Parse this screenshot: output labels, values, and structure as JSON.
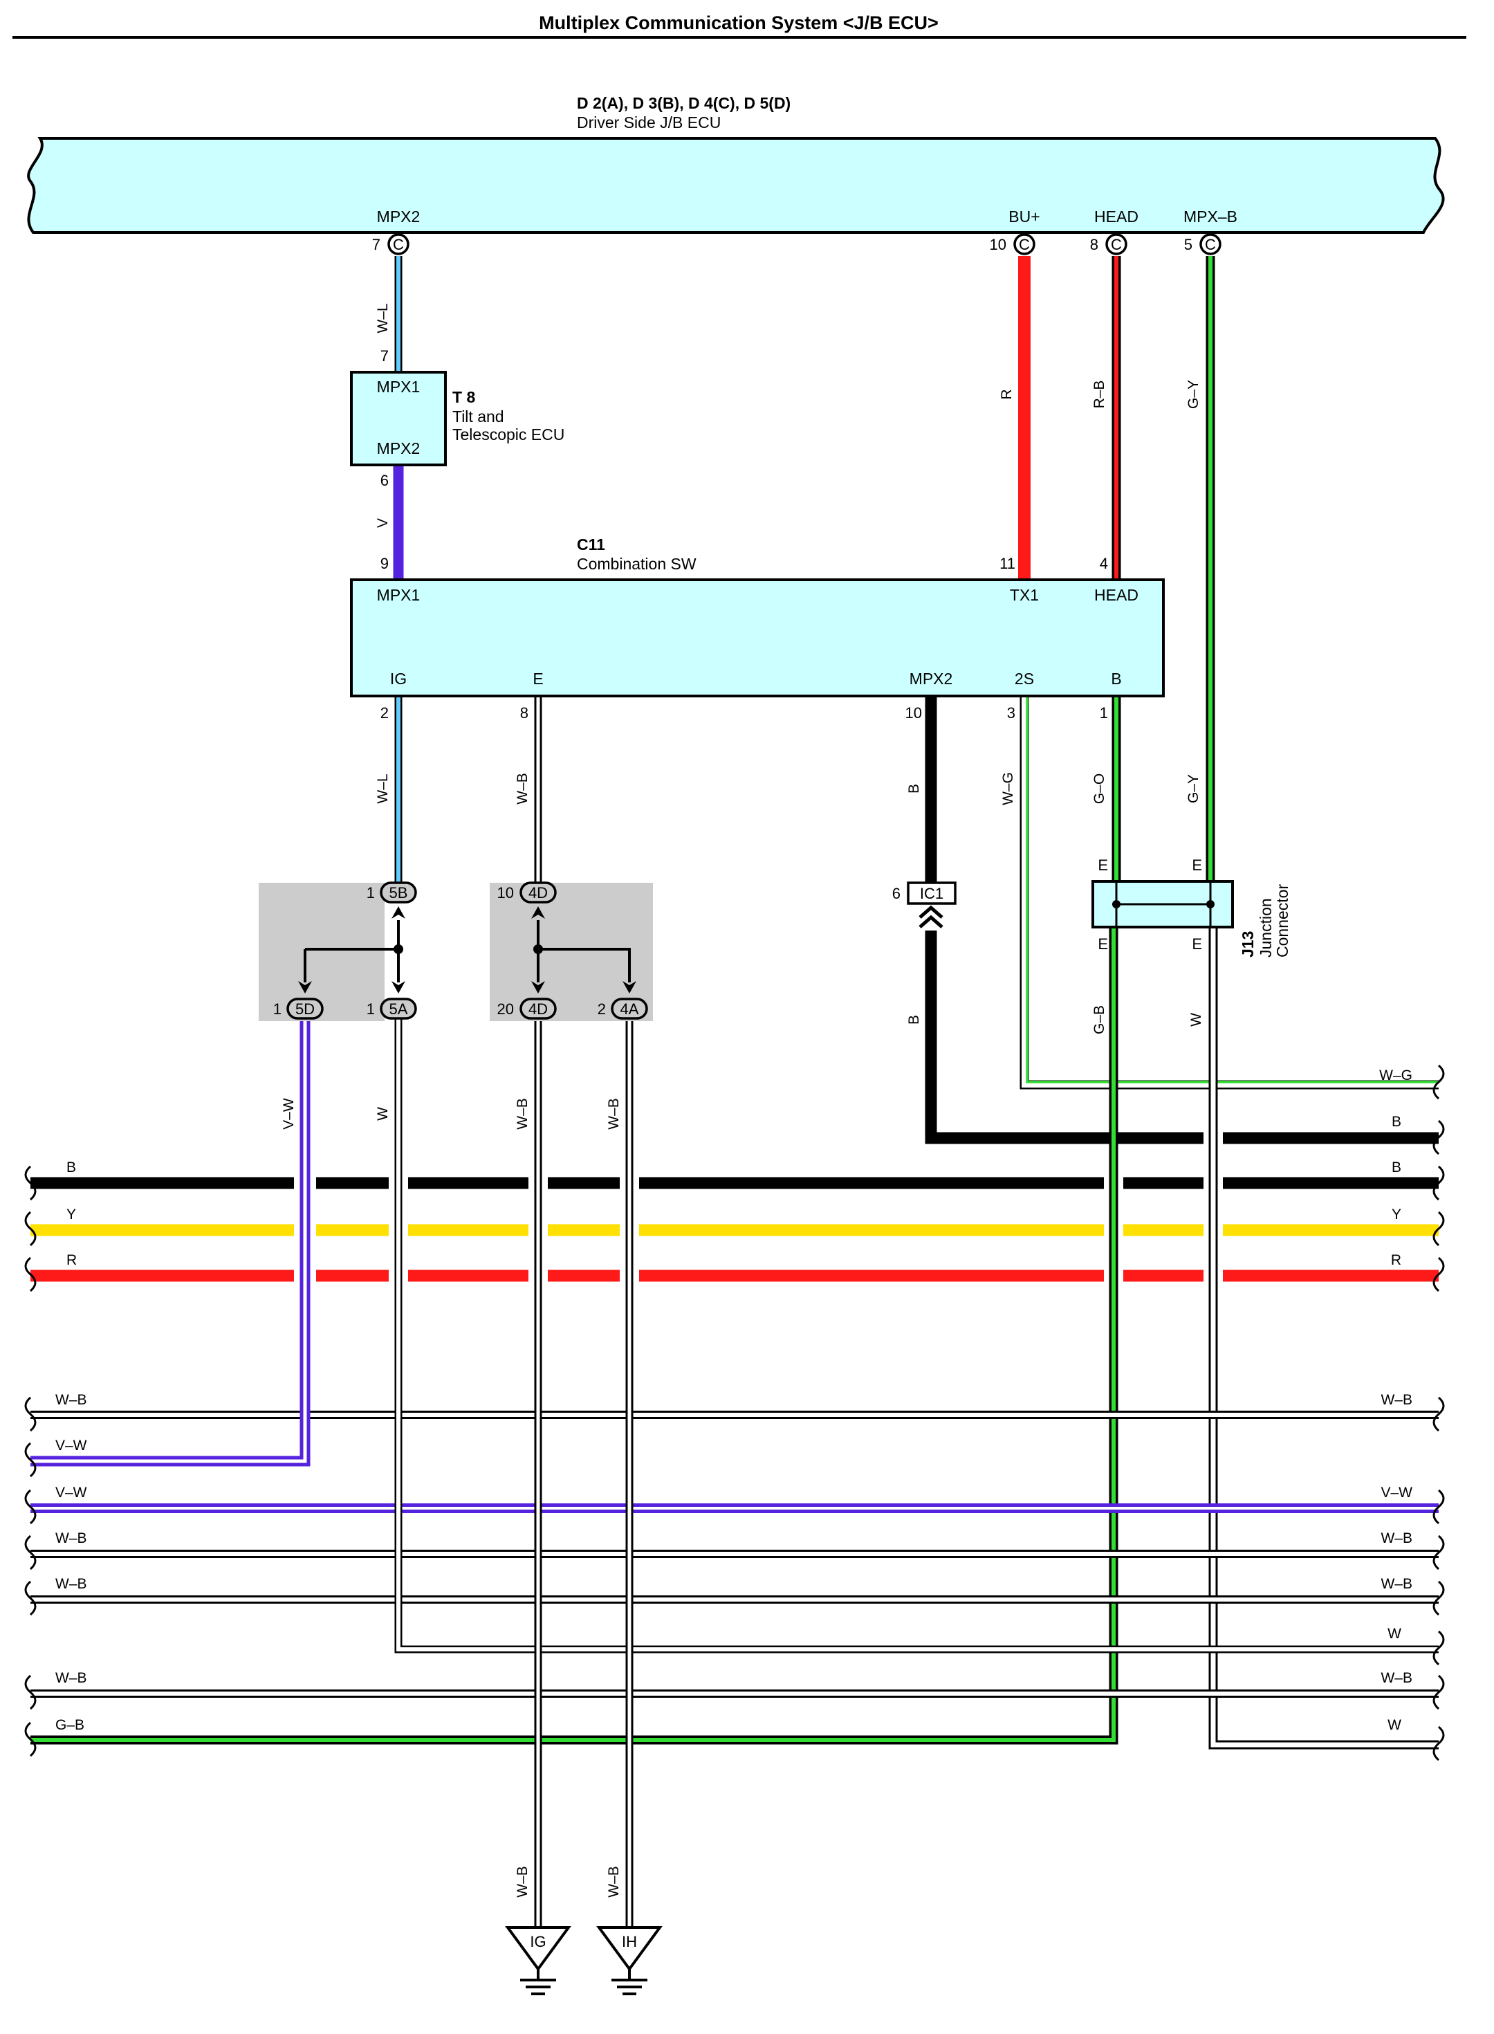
{
  "title": "Multiplex Communication System <J/B ECU>",
  "jb_ecu": {
    "connectors": "D 2(A), D 3(B), D 4(C), D 5(D)",
    "name": "Driver Side J/B ECU",
    "terminals": [
      {
        "label": "MPX2",
        "pin": "7",
        "conn": "C"
      },
      {
        "label": "BU+",
        "pin": "10",
        "conn": "C"
      },
      {
        "label": "HEAD",
        "pin": "8",
        "conn": "C"
      },
      {
        "label": "MPX–B",
        "pin": "5",
        "conn": "C"
      }
    ]
  },
  "t8": {
    "id": "T 8",
    "name_line1": "Tilt and",
    "name_line2": "Telescopic ECU",
    "pin_top_label": "MPX1",
    "pin_bottom_label": "MPX2",
    "pin_top": "7",
    "pin_bottom": "6"
  },
  "c11": {
    "id": "C11",
    "name": "Combination SW",
    "top_pins": [
      {
        "label": "MPX1",
        "pin": "9"
      },
      {
        "label": "TX1",
        "pin": "11"
      },
      {
        "label": "HEAD",
        "pin": "4"
      }
    ],
    "bottom_pins": [
      {
        "label": "IG",
        "pin": "2"
      },
      {
        "label": "E",
        "pin": "8"
      },
      {
        "label": "MPX2",
        "pin": "10"
      },
      {
        "label": "2S",
        "pin": "3"
      },
      {
        "label": "B",
        "pin": "1"
      }
    ]
  },
  "wires": {
    "wl_top": "W–L",
    "v": "V",
    "r": "R",
    "rb": "R–B",
    "gy_top": "G–Y",
    "wl_mid": "W–L",
    "wb_mid": "W–B",
    "b_mid": "B",
    "wg_mid": "W–G",
    "go": "G–O",
    "gy_mid": "G–Y",
    "b_lower": "B",
    "gb_lower": "G–B",
    "w_lower": "W",
    "vw_vert": "V–W",
    "w_vert": "W",
    "wb_vert1": "W–B",
    "wb_vert2": "W–B",
    "wb_ground1": "W–B",
    "wb_ground2": "W–B"
  },
  "junction_blocks": [
    {
      "top": {
        "pin": "1",
        "code": "5B"
      },
      "left": {
        "pin": "1",
        "code": "5D"
      },
      "right": {
        "pin": "1",
        "code": "5A"
      }
    },
    {
      "top": {
        "pin": "10",
        "code": "4D"
      },
      "left": {
        "pin": "20",
        "code": "4D"
      },
      "right": {
        "pin": "2",
        "code": "4A"
      }
    }
  ],
  "ic1": {
    "pin": "6",
    "code": "IC1"
  },
  "j13": {
    "id": "J13",
    "name_line1": "Junction",
    "name_line2": "Connector",
    "pin_labels": [
      "E",
      "E",
      "E",
      "E"
    ]
  },
  "right_labels": [
    "W–G",
    "B",
    "B",
    "Y",
    "R",
    "W–B",
    "V–W",
    "W–B",
    "W–B",
    "W",
    "W–B",
    "W"
  ],
  "left_labels": [
    "B",
    "Y",
    "R",
    "W–B",
    "V–W",
    "V–W",
    "W–B",
    "W–B",
    "W–B",
    "G–B"
  ],
  "grounds": [
    "IG",
    "IH"
  ],
  "colors": {
    "ecu_fill": "#ccffff",
    "red": "#ff1a1a",
    "black": "#000000",
    "yellow": "#ffe000",
    "violet": "#5522dd",
    "green": "#33dd33",
    "light_blue": "#66ccff",
    "grey_block": "#cccccc"
  }
}
